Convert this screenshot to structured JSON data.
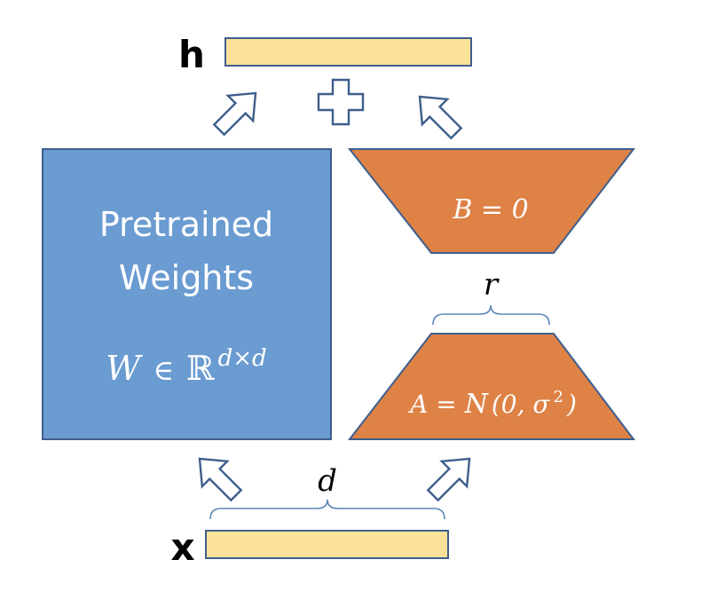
{
  "colors": {
    "vector_fill": "#FBE29A",
    "pretrained_fill": "#6A9BD1",
    "lora_fill": "#DE8246",
    "outline": "#3E5E8C",
    "brace": "#5B86B8",
    "label_text": "#000000",
    "block_text": "#ffffff"
  },
  "output": {
    "label": "h"
  },
  "input": {
    "label": "x"
  },
  "pretrained": {
    "line1": "Pretrained",
    "line2": "Weights",
    "formula_w": "W",
    "formula_in": "∈",
    "formula_r": "ℝ",
    "formula_exp": "d×d"
  },
  "lora_b": {
    "formula": "B = 0"
  },
  "lora_a": {
    "formula_lhs": "A = ",
    "formula_n": "N",
    "formula_rest": "(0, σ",
    "formula_sq": "2",
    "formula_close": ")"
  },
  "dims": {
    "rank_label": "r",
    "width_label": "d"
  },
  "icons": {
    "combine": "plus-icon",
    "flow": "hollow-arrow-icon"
  }
}
